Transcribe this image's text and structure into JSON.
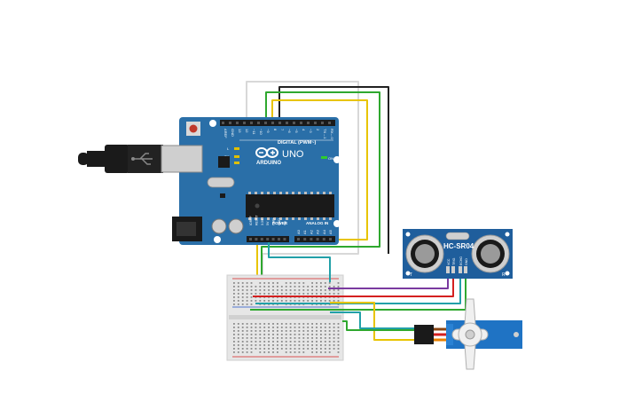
{
  "arduino": {
    "brand": "ARDUINO",
    "model": "UNO",
    "digital_label": "DIGITAL (PWM~)",
    "power_label": "POWER",
    "analog_label": "ANALOG IN",
    "on_label": "ON",
    "tx_label": "TX",
    "rx_label": "RX",
    "l_label": "L",
    "digital_pins": [
      "AREF",
      "GND",
      "13",
      "12",
      "~11",
      "~10",
      "~9",
      "8",
      "7",
      "~6",
      "~5",
      "4",
      "~3",
      "2",
      "TX→1",
      "RX←0"
    ],
    "power_pins": [
      "IOREF",
      "RESET",
      "3.3V",
      "5V",
      "GND",
      "GND",
      "Vin"
    ],
    "analog_pins": [
      "A0",
      "A1",
      "A2",
      "A3",
      "A4",
      "A5"
    ]
  },
  "sensor": {
    "name": "HC-SR04",
    "pins": [
      "VCC",
      "TRIG",
      "ECHO",
      "GND"
    ],
    "left_mark": "T",
    "right_mark": "R"
  },
  "colors": {
    "board": "#2a6fa8",
    "wire_black": "#222222",
    "wire_green": "#2fa82f",
    "wire_yellow": "#e8c400",
    "wire_white": "#d8d8d8",
    "wire_red": "#d42020",
    "wire_purple": "#7a3aa0",
    "wire_teal": "#22a0a8",
    "wire_brown": "#8b4513",
    "wire_orange": "#e88000",
    "breadboard": "#e6e6e6",
    "servo": "#1f73c4",
    "sensor_board": "#1f5e9c"
  }
}
